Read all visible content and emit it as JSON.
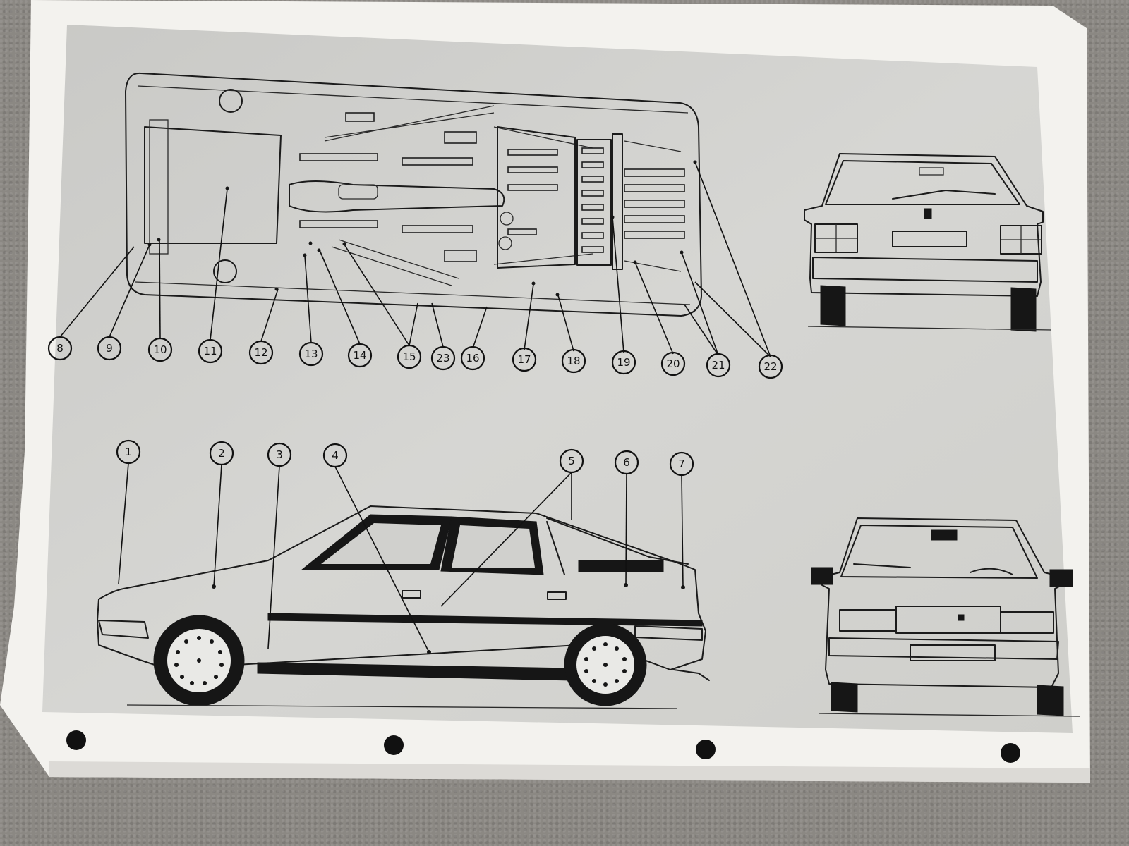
{
  "diagram": {
    "top_callouts": [
      "8",
      "9",
      "10",
      "11",
      "12",
      "13",
      "14",
      "15",
      "23",
      "16",
      "17",
      "18",
      "19",
      "20",
      "21",
      "22"
    ],
    "side_callouts": [
      "1",
      "2",
      "3",
      "4",
      "5",
      "6",
      "7"
    ]
  },
  "colors": {
    "paper": "#f4f3ef",
    "print_area": "#cfcfcc",
    "ink": "#1b1b1b",
    "background": "#8b8883"
  }
}
